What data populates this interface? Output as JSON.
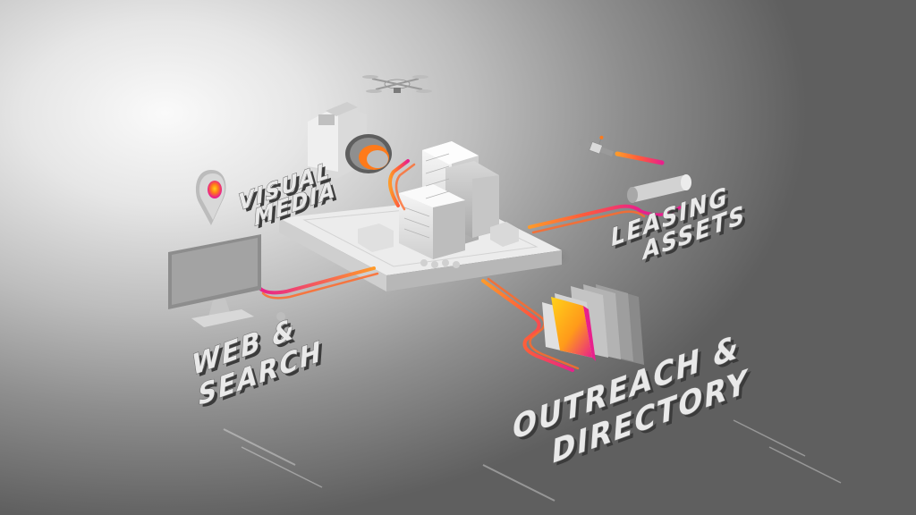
{
  "labels": {
    "visual_media": [
      "VISUAL",
      "MEDIA"
    ],
    "leasing_assets": [
      "LEASING",
      "ASSETS"
    ],
    "web_search": [
      "WEB &",
      "SEARCH"
    ],
    "outreach_directory": [
      "OUTREACH &",
      "DIRECTORY"
    ]
  },
  "colors": {
    "accent_orange": "#ff7a1a",
    "accent_magenta": "#e8208c",
    "accent_yellow": "#ffb400",
    "surface_light": "#efefef"
  },
  "icons": [
    "drone-icon",
    "camera-icon",
    "satellite-icon",
    "map-pin-icon",
    "monitor-icon",
    "folder-icon",
    "building-icon",
    "pipe-icon"
  ]
}
